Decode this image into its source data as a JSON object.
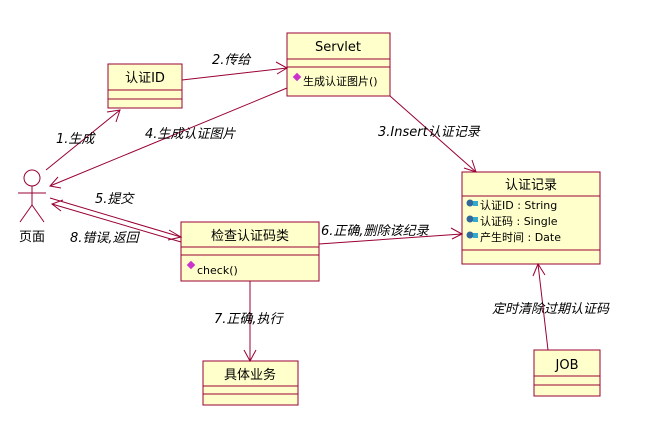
{
  "actor": {
    "label": "页面"
  },
  "classes": {
    "auth_id": {
      "name": "认证ID"
    },
    "servlet": {
      "name": "Servlet",
      "methods": [
        "生成认证图片()"
      ]
    },
    "record": {
      "name": "认证记录",
      "attributes": [
        "认证ID : String",
        "认证码 : Single",
        "产生时间 : Date"
      ]
    },
    "checker": {
      "name": "检查认证码类",
      "methods": [
        "check()"
      ]
    },
    "business": {
      "name": "具体业务"
    },
    "job": {
      "name": "JOB"
    }
  },
  "edges": {
    "e1": "1.生成",
    "e2": "2.传给",
    "e3": "3.Insert认证记录",
    "e4": "4.生成认证图片",
    "e5": "5.提交",
    "e6": "6.正确,删除该纪录",
    "e7": "7.正确,执行",
    "e8": "8.错误,返回",
    "e9": "定时清除过期认证码"
  },
  "colors": {
    "border": "#990033",
    "fill": "#ffffcc",
    "method_icon": "#cc33cc",
    "attr_icon": "#336699"
  }
}
